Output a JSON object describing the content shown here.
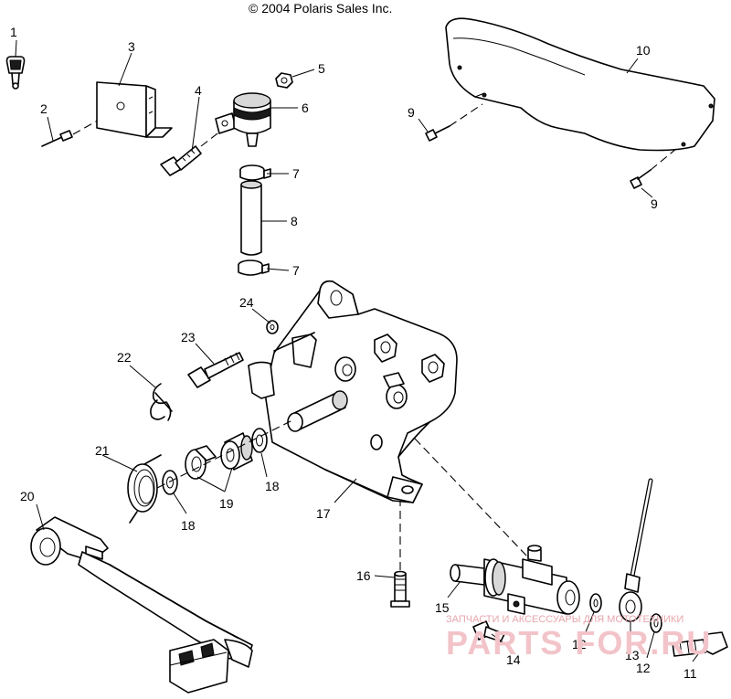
{
  "copyright": "© 2004 Polaris Sales Inc.",
  "watermark": {
    "tagline": "ЗАПЧАСТИ И АКСЕССУАРЫ ДЛЯ МОТОТЕХНИКИ",
    "brand": "PARTS FOR.RU"
  },
  "callouts": [
    {
      "id": "c1",
      "label": "1"
    },
    {
      "id": "c2",
      "label": "2"
    },
    {
      "id": "c3",
      "label": "3"
    },
    {
      "id": "c4",
      "label": "4"
    },
    {
      "id": "c5",
      "label": "5"
    },
    {
      "id": "c6",
      "label": "6"
    },
    {
      "id": "c7a",
      "label": "7"
    },
    {
      "id": "c7b",
      "label": "7"
    },
    {
      "id": "c8",
      "label": "8"
    },
    {
      "id": "c9a",
      "label": "9"
    },
    {
      "id": "c9b",
      "label": "9"
    },
    {
      "id": "c10",
      "label": "10"
    },
    {
      "id": "c11",
      "label": "11"
    },
    {
      "id": "c12a",
      "label": "12"
    },
    {
      "id": "c12b",
      "label": "12"
    },
    {
      "id": "c13",
      "label": "13"
    },
    {
      "id": "c14",
      "label": "14"
    },
    {
      "id": "c15",
      "label": "15"
    },
    {
      "id": "c16",
      "label": "16"
    },
    {
      "id": "c17",
      "label": "17"
    },
    {
      "id": "c18a",
      "label": "18"
    },
    {
      "id": "c18b",
      "label": "18"
    },
    {
      "id": "c19",
      "label": "19"
    },
    {
      "id": "c20",
      "label": "20"
    },
    {
      "id": "c21",
      "label": "21"
    },
    {
      "id": "c22",
      "label": "22"
    },
    {
      "id": "c23",
      "label": "23"
    },
    {
      "id": "c24",
      "label": "24"
    }
  ]
}
